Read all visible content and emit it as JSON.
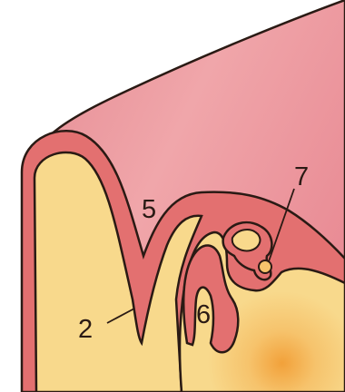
{
  "diagram": {
    "labels": [
      {
        "id": "label-2",
        "text": "2"
      },
      {
        "id": "label-5",
        "text": "5"
      },
      {
        "id": "label-6",
        "text": "6"
      },
      {
        "id": "label-7",
        "text": "7"
      }
    ],
    "colors": {
      "background": "#ffffff",
      "outer_layer": "#f0a3a3",
      "pink_wall": "#e37070",
      "inner_tissue": "#f8d98c",
      "core_glow": "#f2a13a",
      "outline": "#2a1a14"
    }
  }
}
